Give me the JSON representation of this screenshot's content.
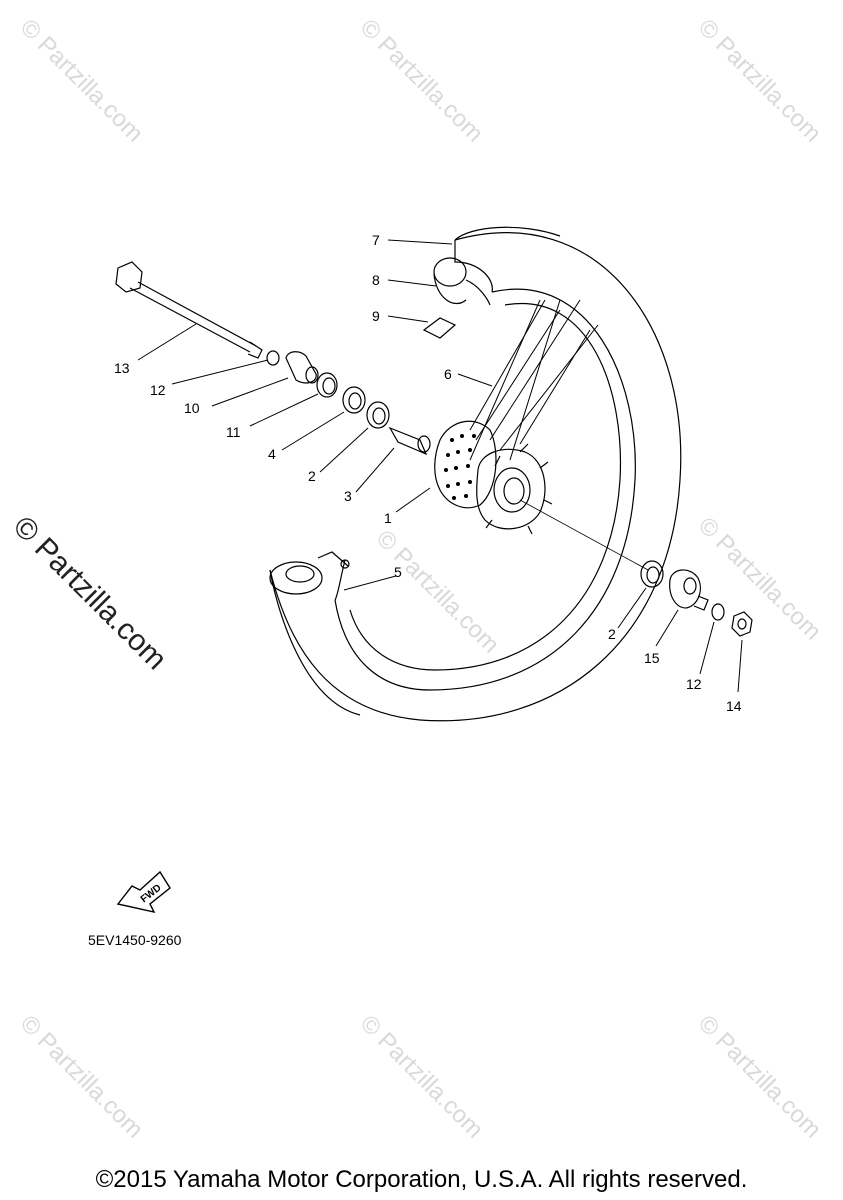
{
  "watermark": "© Partzilla.com",
  "side_watermark": "© Partzilla.com",
  "diagram_code": "5EV1450-9260",
  "fwd_label": "FWD",
  "copyright": "©2015 Yamaha Motor Corporation, U.S.A. All rights reserved.",
  "labels": {
    "p1": "1",
    "p2a": "2",
    "p2b": "2",
    "p3": "3",
    "p4": "4",
    "p5": "5",
    "p6": "6",
    "p7": "7",
    "p8": "8",
    "p9": "9",
    "p10": "10",
    "p11": "11",
    "p12a": "12",
    "p12b": "12",
    "p13": "13",
    "p14": "14",
    "p15": "15"
  }
}
